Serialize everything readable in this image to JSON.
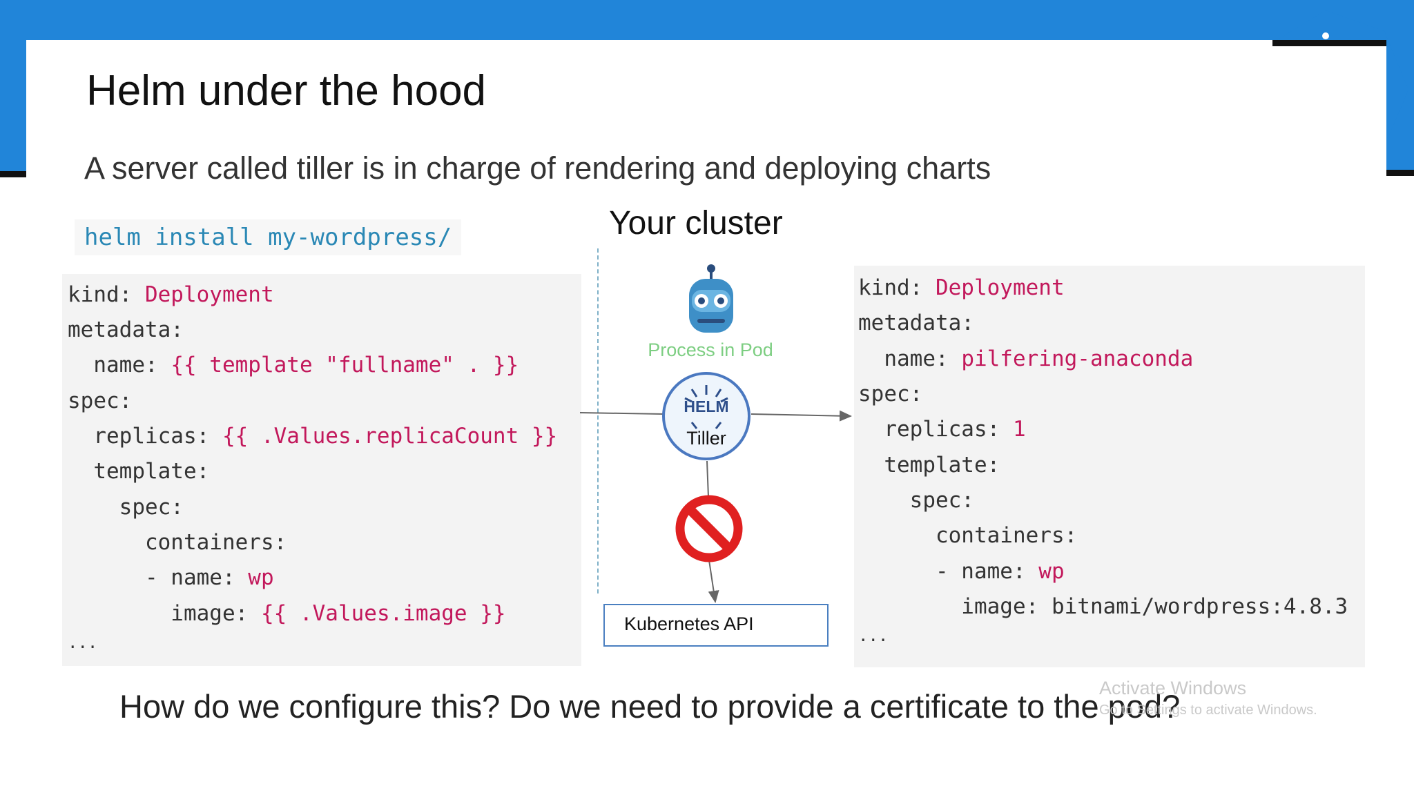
{
  "slide": {
    "title": "Helm under the hood",
    "subtitle": "A server called tiller is in charge of rendering and deploying charts",
    "command": "helm install my-wordpress/",
    "cluster_label": "Your cluster",
    "question": "How do we configure this? Do we need to provide a certificate to the pod?"
  },
  "template_yaml": {
    "kind_key": "kind: ",
    "kind_val": "Deployment",
    "metadata": "metadata:",
    "name_key": "  name: ",
    "name_val": "{{ template \"fullname\" . }}",
    "spec": "spec:",
    "replicas_key": "  replicas: ",
    "replicas_val": "{{ .Values.replicaCount }}",
    "template": "  template:",
    "spec2": "    spec:",
    "containers": "      containers:",
    "cname_key": "      - name: ",
    "cname_val": "wp",
    "image_key": "        image: ",
    "image_val": "{{ .Values.image }}",
    "ellipsis": "..."
  },
  "rendered_yaml": {
    "kind_key": "kind: ",
    "kind_val": "Deployment",
    "metadata": "metadata:",
    "name_key": "  name: ",
    "name_val": "pilfering-anaconda",
    "spec": "spec:",
    "replicas_key": "  replicas: ",
    "replicas_val": "1",
    "template": "  template:",
    "spec2": "    spec:",
    "containers": "      containers:",
    "cname_key": "      - name: ",
    "cname_val": "wp",
    "image_line": "        image: bitnami/wordpress:4.8.3",
    "ellipsis": "..."
  },
  "diagram": {
    "pod_label": "Process in Pod",
    "helm_label": "HELM",
    "tiller_label": "Tiller",
    "k8s_label": "Kubernetes API",
    "api_badge": "API",
    "icons": [
      "robot-icon",
      "helm-wheel-icon",
      "prohibited-icon",
      "api-badge-icon"
    ],
    "colors": {
      "accent": "#2185d9",
      "value": "#c2185b",
      "command": "#2a88b5",
      "pod_label": "#7dce82",
      "prohibited": "#e02020"
    }
  },
  "watermark": {
    "line1": "Activate Windows",
    "line2": "Go to Settings to activate Windows."
  }
}
